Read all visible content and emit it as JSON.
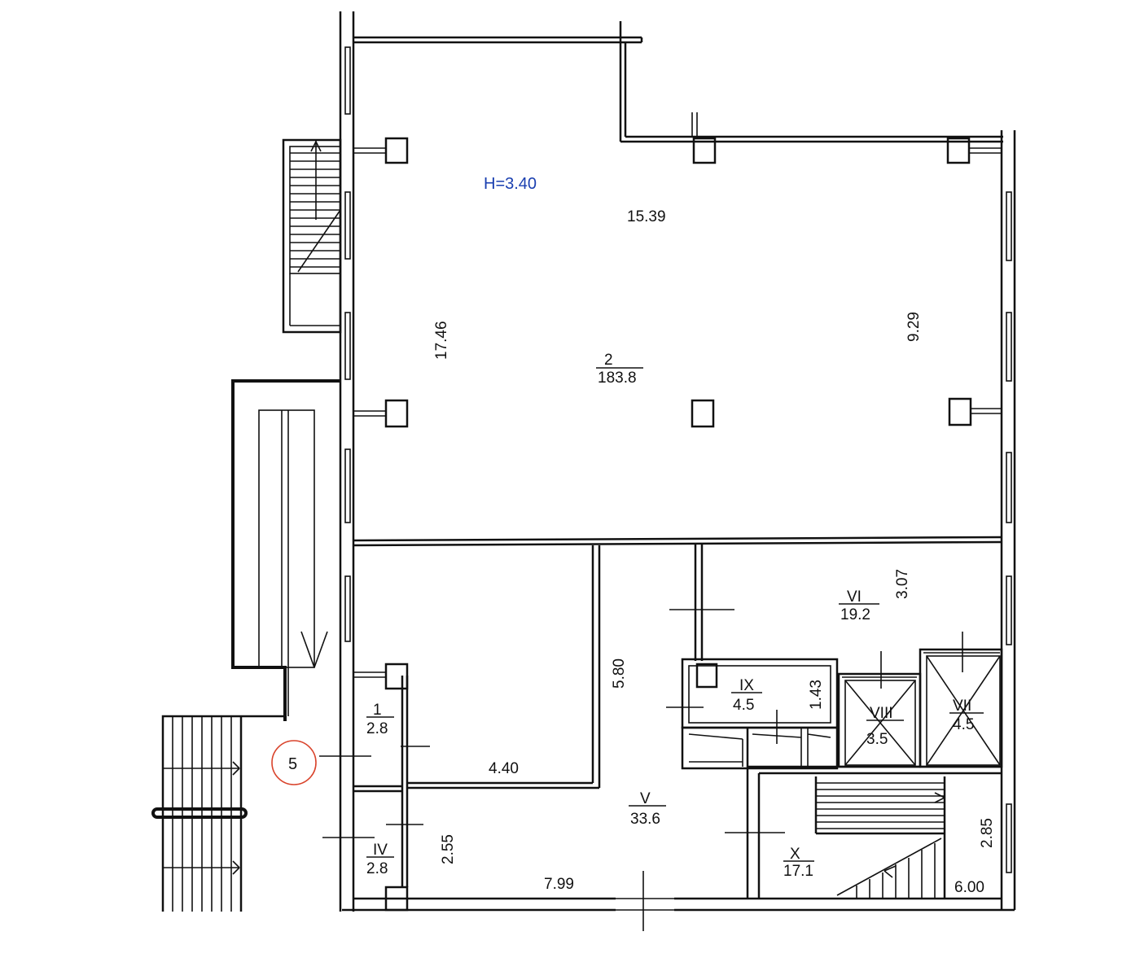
{
  "header": {
    "ceiling_height": "H=3.40"
  },
  "rooms": {
    "r2": {
      "number": "2",
      "area": "183.8"
    },
    "r1": {
      "number": "1",
      "area": "2.8"
    },
    "r4": {
      "number": "IV",
      "area": "2.8"
    },
    "r5": {
      "number": "V",
      "area": "33.6"
    },
    "r6": {
      "number": "VI",
      "area": "19.2"
    },
    "r7": {
      "number": "VII",
      "area": "4.5"
    },
    "r8": {
      "number": "VIII",
      "area": "3.5"
    },
    "r9": {
      "number": "IX",
      "area": "4.5"
    },
    "r10": {
      "number": "X",
      "area": "17.1"
    }
  },
  "dimensions": {
    "top_width": "15.39",
    "left_height": "17.46",
    "right_height": "9.29",
    "corridor_height": "5.80",
    "room_width": "4.40",
    "bottom_width": "7.99",
    "lower_left_height": "2.55",
    "room6_height": "3.07",
    "room9_height": "1.43",
    "stair_height": "2.85",
    "stair_width": "6.00"
  },
  "markers": {
    "entrance_number": "5"
  },
  "colors": {
    "height_text": "#1a3fb0",
    "marker_circle": "#d9432b",
    "lines": "#111111"
  }
}
